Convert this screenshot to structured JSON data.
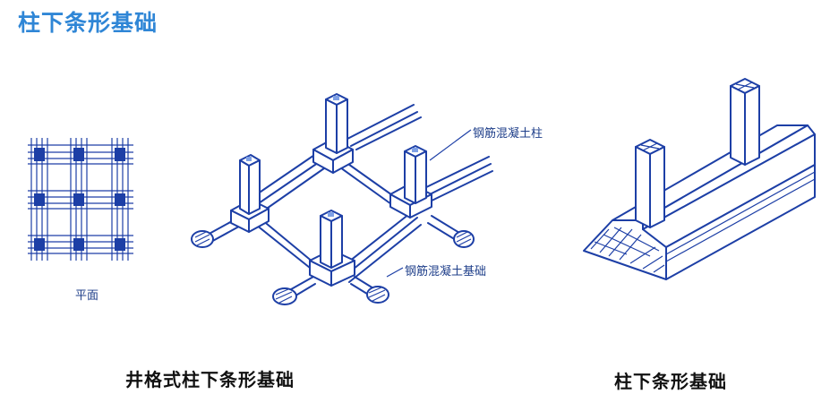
{
  "title": "柱下条形基础",
  "labels": {
    "plan": "平面",
    "column": "钢筋混凝土柱",
    "foundation": "钢筋混凝土基础"
  },
  "captions": {
    "grid": "井格式柱下条形基础",
    "strip": "柱下条形基础"
  },
  "colors": {
    "title": "#2f86d6",
    "line": "#1d3fa6",
    "caption": "#111111"
  }
}
